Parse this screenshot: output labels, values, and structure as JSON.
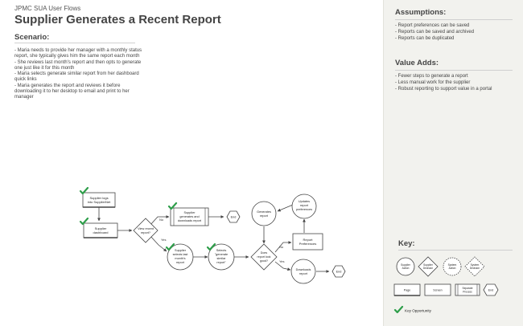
{
  "header": {
    "kicker": "JPMC SUA User Flows",
    "title": "Supplier Generates a Recent Report"
  },
  "scenario": {
    "heading": "Scenario:",
    "items": [
      "- Maria needs to provide her manager with a monthly status report, she typically gives him the same report each month",
      "- She reviews last month's report and then opts to generate one just like it for this month",
      "- Maria selects generate similar report from her dashboard quick links",
      "- Maria generates the report and reviews it before downloading it to her desktop to email and print to her manager"
    ]
  },
  "assumptions": {
    "heading": "Assumptions:",
    "items": [
      "- Report preferences can be saved",
      "- Reports can be saved and archived",
      "- Reports can be duplicated"
    ]
  },
  "value_adds": {
    "heading": "Value Adds:",
    "items": [
      "- Fewer steps to generate a report",
      "- Less manual work for the supplier",
      "- Robust reporting to support value in a portal"
    ]
  },
  "flow": {
    "login": [
      "Supplier logs",
      "into SupplierNet"
    ],
    "dashboard": [
      "Supplier",
      "dashboard"
    ],
    "view_recent": [
      "View recent",
      "report?"
    ],
    "gen_download": [
      "Supplier",
      "generates and",
      "downloads report"
    ],
    "end1": "End",
    "selects_last": [
      "Supplier",
      "selects last",
      "month's",
      "report"
    ],
    "selects_similar": [
      "Selects",
      "\"generate",
      "similar",
      "report\""
    ],
    "generates": [
      "Generates",
      "report"
    ],
    "looks_good": [
      "Does",
      "report look",
      "good?"
    ],
    "updates": [
      "Updates",
      "report",
      "preferences"
    ],
    "report_prefs": [
      "Report",
      "Preferences"
    ],
    "downloads": [
      "Downloads",
      "report"
    ],
    "end2": "End",
    "no1": "No",
    "yes1": "Yes",
    "no2": "No",
    "yes2": "Yes"
  },
  "key": {
    "heading": "Key:",
    "supplier_action": [
      "Supplier",
      "Action"
    ],
    "supplier_decision": [
      "Supplier",
      "Decision"
    ],
    "system_action": [
      "System",
      "Action"
    ],
    "system_decision": [
      "System",
      "Decision"
    ],
    "page": "Page",
    "screen": "Screen",
    "separate_process": [
      "Separate",
      "Process"
    ],
    "end": "End",
    "key_opportunity": "Key Opportunity"
  },
  "colors": {
    "check": "#2e9e4a",
    "line": "#444444",
    "side_bg": "#f2f2ee"
  }
}
